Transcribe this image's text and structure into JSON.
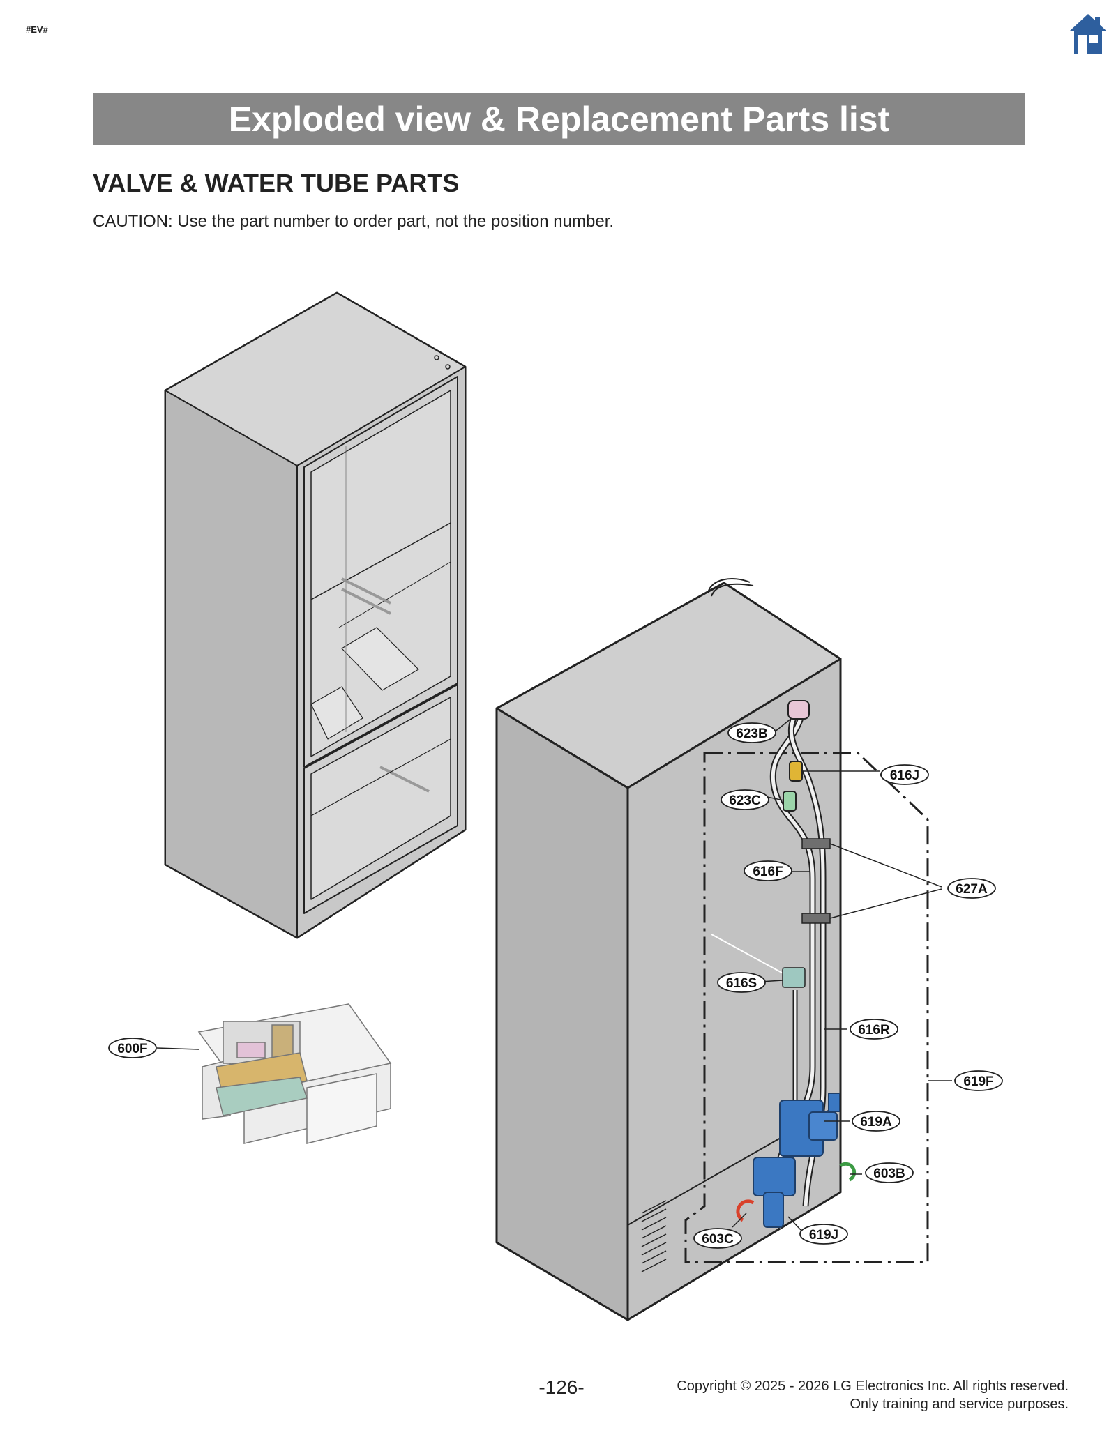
{
  "header": {
    "doc_tag": "#EV#",
    "home_icon": "home-icon"
  },
  "banner": {
    "title": "Exploded view & Replacement Parts list"
  },
  "section": {
    "title": "VALVE & WATER TUBE PARTS",
    "caution": "CAUTION: Use the part number to order part, not the position number."
  },
  "callouts": {
    "c600F": "600F",
    "c623B": "623B",
    "c616J": "616J",
    "c623C": "623C",
    "c616F": "616F",
    "c627A": "627A",
    "c616S": "616S",
    "c616R": "616R",
    "c619F": "619F",
    "c619A": "619A",
    "c603B": "603B",
    "c603C": "603C",
    "c619J": "619J"
  },
  "footer": {
    "page_number": "-126-",
    "copyright_line1": "Copyright © 2025 - 2026 LG Electronics Inc. All rights reserved.",
    "copyright_line2": "Only training and service purposes."
  },
  "colors": {
    "banner_bg": "#878787",
    "home_icon": "#2e5f9e",
    "valve_blue": "#3b78c2",
    "cabinet_gray": "#c2c2c2"
  }
}
